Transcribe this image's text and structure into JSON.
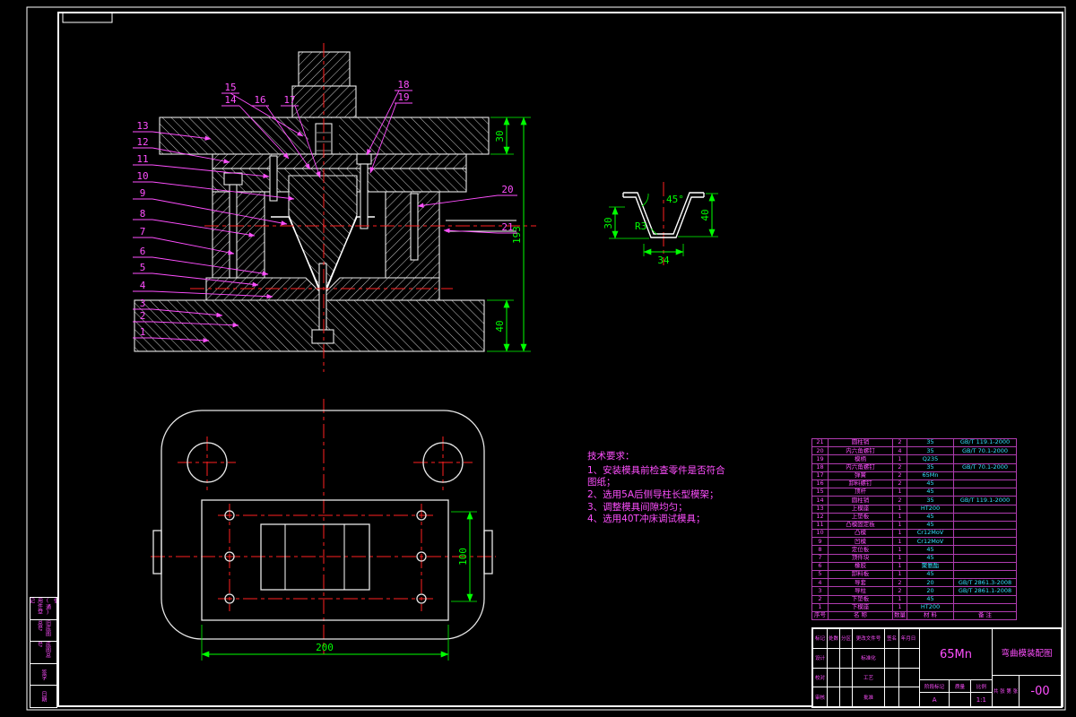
{
  "callouts": [
    "1",
    "2",
    "3",
    "4",
    "5",
    "6",
    "7",
    "8",
    "9",
    "10",
    "11",
    "12",
    "13",
    "14",
    "15",
    "16",
    "17",
    "18",
    "19",
    "20",
    "21"
  ],
  "dims": {
    "front_top": "30",
    "front_total": "193",
    "front_bottom": "40",
    "plan_width": "200",
    "plan_height": "100",
    "part_left": "30",
    "part_right": "40",
    "part_bottom": "34",
    "part_angle": "45°",
    "part_radius": "R3"
  },
  "tech": {
    "title": "技术要求：",
    "items": [
      "1、安装模具前检查零件是否符合图纸；",
      "2、选用5A后侧导柱长型模架；",
      "3、调整模具间隙均匀；",
      "4、选用40T冲床调试模具；"
    ]
  },
  "bom": {
    "headers": [
      "序号",
      "名  称",
      "数量",
      "材  料",
      "备  注"
    ],
    "rows": [
      {
        "no": "21",
        "name": "圆柱销",
        "qty": "2",
        "mat": "35",
        "note": "GB/T 119.1-2000"
      },
      {
        "no": "20",
        "name": "内六角螺钉",
        "qty": "4",
        "mat": "35",
        "note": "GB/T 70.1-2000"
      },
      {
        "no": "19",
        "name": "模柄",
        "qty": "1",
        "mat": "Q235",
        "note": ""
      },
      {
        "no": "18",
        "name": "内六角螺钉",
        "qty": "2",
        "mat": "35",
        "note": "GB/T 70.1-2000"
      },
      {
        "no": "17",
        "name": "弹簧",
        "qty": "2",
        "mat": "65Mn",
        "note": ""
      },
      {
        "no": "16",
        "name": "卸料螺钉",
        "qty": "2",
        "mat": "45",
        "note": ""
      },
      {
        "no": "15",
        "name": "顶杆",
        "qty": "1",
        "mat": "45",
        "note": ""
      },
      {
        "no": "14",
        "name": "圆柱销",
        "qty": "2",
        "mat": "35",
        "note": "GB/T 119.1-2000"
      },
      {
        "no": "13",
        "name": "上模座",
        "qty": "1",
        "mat": "HT200",
        "note": ""
      },
      {
        "no": "12",
        "name": "上垫板",
        "qty": "1",
        "mat": "45",
        "note": ""
      },
      {
        "no": "11",
        "name": "凸模固定板",
        "qty": "1",
        "mat": "45",
        "note": ""
      },
      {
        "no": "10",
        "name": "凸模",
        "qty": "1",
        "mat": "Cr12MoV",
        "note": ""
      },
      {
        "no": "9",
        "name": "凹模",
        "qty": "1",
        "mat": "Cr12MoV",
        "note": ""
      },
      {
        "no": "8",
        "name": "定位板",
        "qty": "1",
        "mat": "45",
        "note": ""
      },
      {
        "no": "7",
        "name": "顶件块",
        "qty": "1",
        "mat": "45",
        "note": ""
      },
      {
        "no": "6",
        "name": "橡胶",
        "qty": "1",
        "mat": "聚氨酯",
        "note": ""
      },
      {
        "no": "5",
        "name": "卸料板",
        "qty": "1",
        "mat": "45",
        "note": ""
      },
      {
        "no": "4",
        "name": "导套",
        "qty": "2",
        "mat": "20",
        "note": "GB/T 2861.3-2008"
      },
      {
        "no": "3",
        "name": "导柱",
        "qty": "2",
        "mat": "20",
        "note": "GB/T 2861.1-2008"
      },
      {
        "no": "2",
        "name": "下垫板",
        "qty": "1",
        "mat": "45",
        "note": ""
      },
      {
        "no": "1",
        "name": "下模座",
        "qty": "1",
        "mat": "HT200",
        "note": ""
      }
    ]
  },
  "title_block": {
    "material": "65Mn",
    "title": "弯曲模装配图",
    "rev_row": [
      "标记",
      "处数",
      "分区",
      "更改文件号",
      "签名",
      "年月日"
    ],
    "sig_rows": [
      {
        "l": "设计",
        "r": "标准化"
      },
      {
        "l": "校对",
        "r": "工艺"
      },
      {
        "l": "审核",
        "r": "批准"
      }
    ],
    "stage_label": "阶段标记",
    "weight_label": "质量",
    "scale_label": "比例",
    "stage_value": "A",
    "weight_value": "",
    "scale_value": "1:1",
    "sheet_info": "共 张 第 张",
    "drawing_no": "-00"
  },
  "side_strip": {
    "items": [
      "借(通)用件登记",
      "旧底图总号",
      "底图总号",
      "签字",
      "日期"
    ]
  }
}
